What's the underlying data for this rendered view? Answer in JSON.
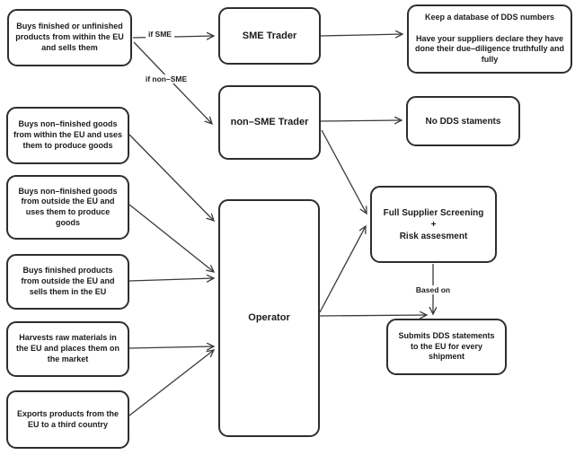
{
  "nodes": {
    "buys_finished_within": {
      "label": "Buys finished or unfinished products from within the EU and sells them"
    },
    "buys_nonfinished_within": {
      "label": "Buys non–finished goods from within the EU and uses them to produce goods"
    },
    "buys_nonfinished_outside": {
      "label": "Buys non–finished goods from outside the EU and uses them to produce goods"
    },
    "buys_finished_outside": {
      "label": "Buys finished products from outside the EU and sells them in the EU"
    },
    "harvests_raw": {
      "label": "Harvests raw materials in the EU and places them on the market"
    },
    "exports_products": {
      "label": "Exports products from the EU to a third country"
    },
    "sme_trader": {
      "label": "SME Trader"
    },
    "non_sme_trader": {
      "label": "non–SME Trader"
    },
    "operator": {
      "label": "Operator"
    },
    "keep_database": {
      "label": "Keep a database of DDS numbers\n\nHave your suppliers declare they have done their due–diligence truthfully and fully"
    },
    "no_dds": {
      "label": "No DDS staments"
    },
    "full_screening": {
      "label": "Full Supplier Screening\n+\nRisk assesment"
    },
    "submits_dds": {
      "label": "Submits DDS statements to the EU for every shipment"
    }
  },
  "edge_labels": {
    "if_sme": "if SME",
    "if_non_sme": "if non–SME",
    "based_on": "Based on"
  },
  "colors": {
    "box_border": "#2e2e2e",
    "arrow": "#3a3a3a",
    "text": "#1b1b1b",
    "background": "#ffffff"
  }
}
